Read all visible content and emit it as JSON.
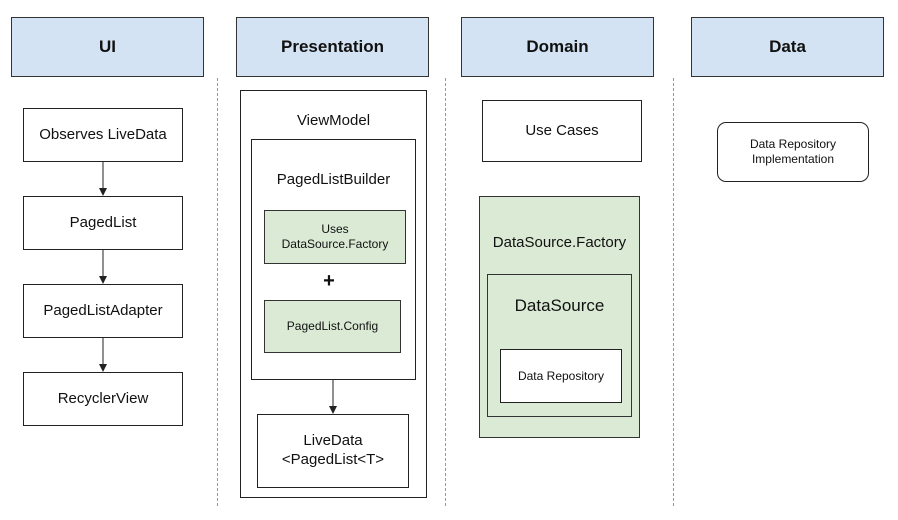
{
  "columns": {
    "ui": "UI",
    "presentation": "Presentation",
    "domain": "Domain",
    "data": "Data"
  },
  "ui_column": {
    "items": [
      "Observes LiveData",
      "PagedList",
      "PagedListAdapter",
      "RecyclerView"
    ]
  },
  "presentation_column": {
    "viewmodel": "ViewModel",
    "builder": "PagedListBuilder",
    "uses_factory": "Uses\nDataSource.Factory",
    "plus": "+",
    "config": "PagedList.Config",
    "livedata": "LiveData\n<PagedList<T>"
  },
  "domain_column": {
    "use_cases": "Use Cases",
    "factory": "DataSource.Factory",
    "datasource": "DataSource",
    "repository": "Data Repository"
  },
  "data_column": {
    "repository_impl": "Data Repository\nImplementation"
  }
}
